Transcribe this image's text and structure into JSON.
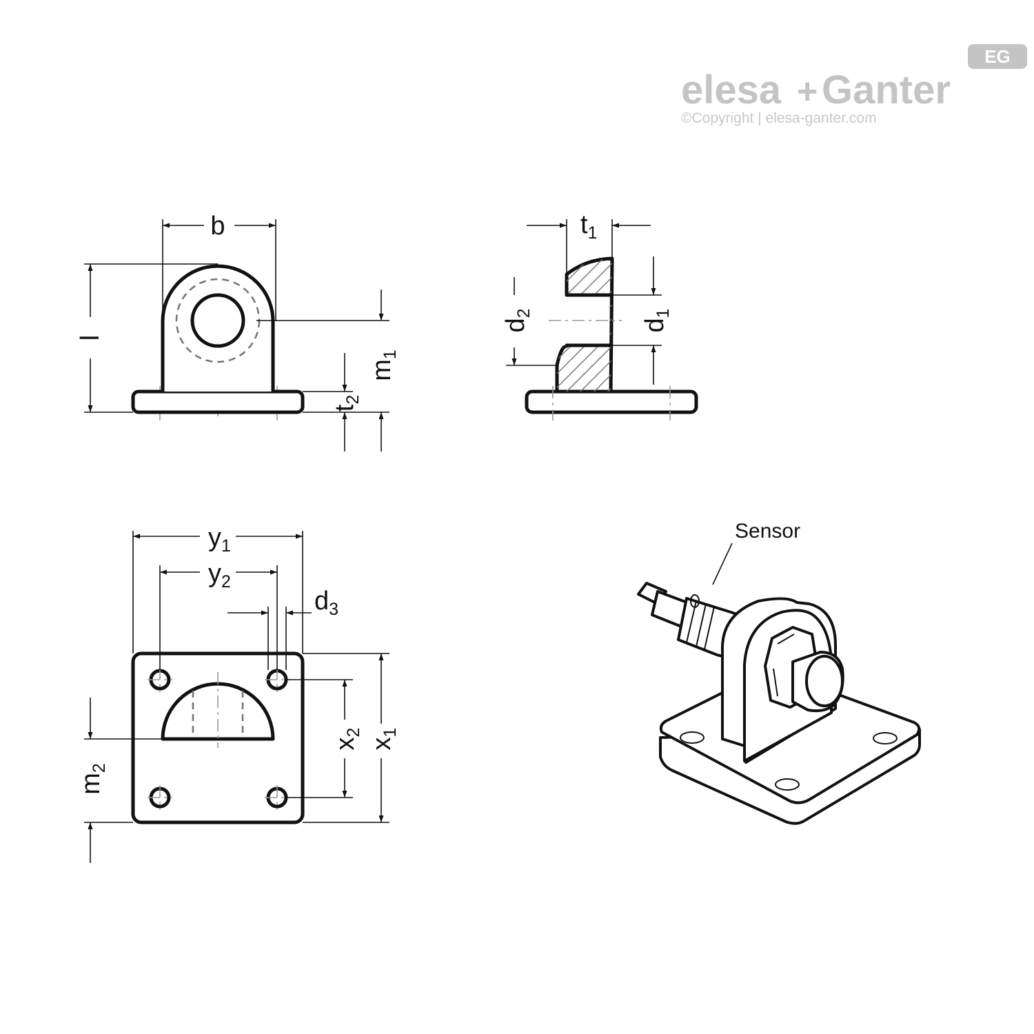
{
  "logo": {
    "brand_left": "elesa",
    "brand_plus": "+",
    "brand_right": "Ganter",
    "badge": "EG",
    "copyright": "©Copyright | elesa-ganter.com",
    "color": "#c4c4c4"
  },
  "front_view": {
    "width_label": "b",
    "height_label": "l",
    "hole_height": {
      "main": "m",
      "sub": "1"
    },
    "base_thickness": {
      "main": "t",
      "sub": "2"
    }
  },
  "side_view": {
    "thickness": {
      "main": "t",
      "sub": "1"
    },
    "bore_d1": {
      "main": "d",
      "sub": "1"
    },
    "bore_d2": {
      "main": "d",
      "sub": "2"
    }
  },
  "top_view": {
    "y1": {
      "main": "y",
      "sub": "1"
    },
    "y2": {
      "main": "y",
      "sub": "2"
    },
    "d3": {
      "main": "d",
      "sub": "3"
    },
    "x1": {
      "main": "x",
      "sub": "1"
    },
    "x2": {
      "main": "x",
      "sub": "2"
    },
    "m2": {
      "main": "m",
      "sub": "2"
    }
  },
  "iso_view": {
    "sensor_label": "Sensor"
  }
}
